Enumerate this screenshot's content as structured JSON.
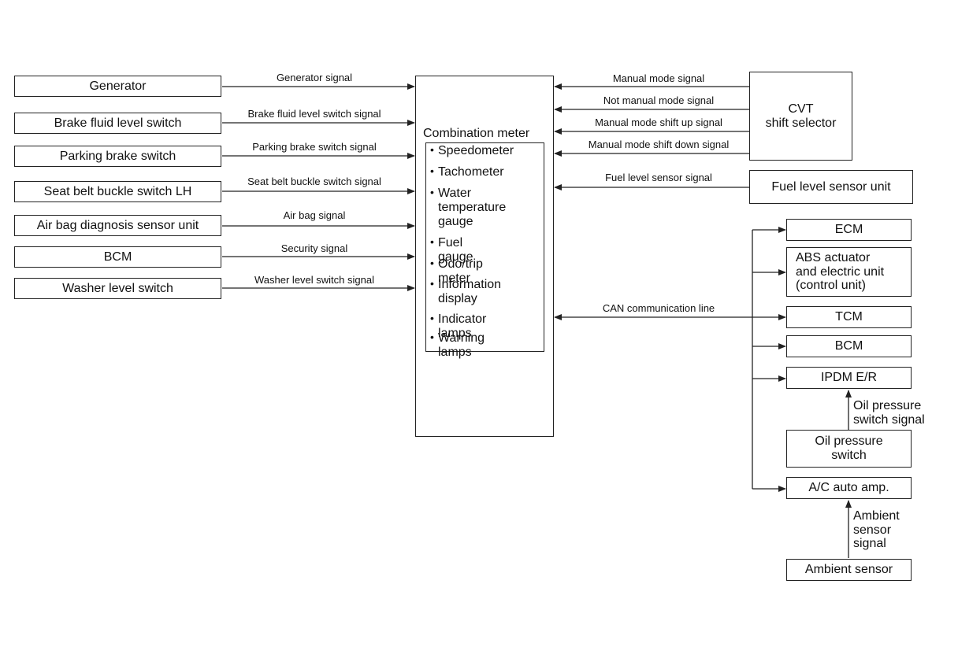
{
  "inputs": [
    {
      "unit": "Generator",
      "signal": "Generator signal"
    },
    {
      "unit": "Brake fluid level switch",
      "signal": "Brake fluid level switch signal"
    },
    {
      "unit": "Parking brake switch",
      "signal": "Parking brake switch signal"
    },
    {
      "unit": "Seat belt buckle switch LH",
      "signal": "Seat belt buckle switch signal"
    },
    {
      "unit": "Air bag diagnosis sensor unit",
      "signal": "Air bag signal"
    },
    {
      "unit": "BCM",
      "signal": "Security signal"
    },
    {
      "unit": "Washer level switch",
      "signal": "Washer level switch signal"
    }
  ],
  "meter": {
    "title": "Combination meter",
    "items": [
      "Speedometer",
      "Tachometer",
      "Water\ntemperature\ngauge",
      "Fuel gauge",
      "Odo/trip meter",
      "Information\ndisplay",
      "Indicator lamps",
      "Warning lamps"
    ],
    "bullet": "•"
  },
  "cvt": {
    "unit": "CVT\nshift selector",
    "signals": [
      "Manual mode signal",
      "Not manual mode signal",
      "Manual mode shift up signal",
      "Manual mode shift down signal"
    ]
  },
  "fuel": {
    "unit": "Fuel level sensor unit",
    "signal": "Fuel level sensor signal"
  },
  "can": {
    "label": "CAN communication line",
    "units": [
      "ECM",
      "ABS actuator\nand electric unit\n(control unit)",
      "TCM",
      "BCM",
      "IPDM E/R",
      "A/C auto amp."
    ]
  },
  "oil": {
    "unit": "Oil pressure\nswitch",
    "signal": "Oil pressure\nswitch signal"
  },
  "ambient": {
    "unit": "Ambient sensor",
    "signal": "Ambient\nsensor\nsignal"
  }
}
